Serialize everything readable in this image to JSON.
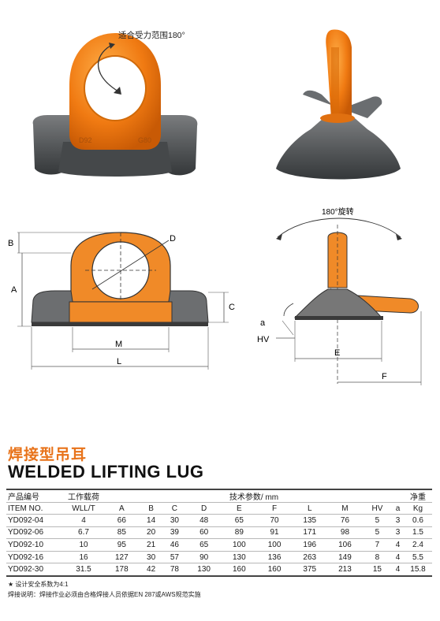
{
  "photo_front": {
    "rotation_label": "适合受力范围180°",
    "ring_marks": [
      "D92",
      "G80"
    ]
  },
  "diagram_left": {
    "labels": {
      "A": "A",
      "B": "B",
      "C": "C",
      "D": "D",
      "M": "M",
      "L": "L"
    }
  },
  "diagram_right": {
    "rotation_label": "180°旋转",
    "labels": {
      "a": "a",
      "HV": "HV",
      "E": "E",
      "F": "F"
    }
  },
  "product": {
    "title_cn": "焊接型吊耳",
    "title_en": "WELDED LIFTING LUG"
  },
  "table": {
    "header_code_cn": "产品编号",
    "header_code_en": "ITEM NO.",
    "header_wll_cn": "工作载荷",
    "header_wll_en": "WLL/T",
    "header_tech": "技术参数/ mm",
    "header_weight_cn": "净重",
    "header_weight_unit": "Kg",
    "columns": [
      "A",
      "B",
      "C",
      "D",
      "E",
      "F",
      "L",
      "M",
      "HV",
      "a"
    ],
    "rows": [
      {
        "item": "YD092-04",
        "wll": "4",
        "vals": [
          "66",
          "14",
          "30",
          "48",
          "65",
          "70",
          "135",
          "76",
          "5",
          "3"
        ],
        "kg": "0.6"
      },
      {
        "item": "YD092-06",
        "wll": "6.7",
        "vals": [
          "85",
          "20",
          "39",
          "60",
          "89",
          "91",
          "171",
          "98",
          "5",
          "3"
        ],
        "kg": "1.5"
      },
      {
        "item": "YD092-10",
        "wll": "10",
        "vals": [
          "95",
          "21",
          "46",
          "65",
          "100",
          "100",
          "196",
          "106",
          "7",
          "4"
        ],
        "kg": "2.4"
      },
      {
        "item": "YD092-16",
        "wll": "16",
        "vals": [
          "127",
          "30",
          "57",
          "90",
          "130",
          "136",
          "263",
          "149",
          "8",
          "4"
        ],
        "kg": "5.5"
      },
      {
        "item": "YD092-30",
        "wll": "31.5",
        "vals": [
          "178",
          "42",
          "78",
          "130",
          "160",
          "160",
          "375",
          "213",
          "15",
          "4"
        ],
        "kg": "15.8"
      }
    ]
  },
  "notes": {
    "safety": "★  设计安全系数为4:1",
    "welding": "焊接说明：焊接作业必须由合格焊接人员依据EN  287或AWS规范实施"
  }
}
